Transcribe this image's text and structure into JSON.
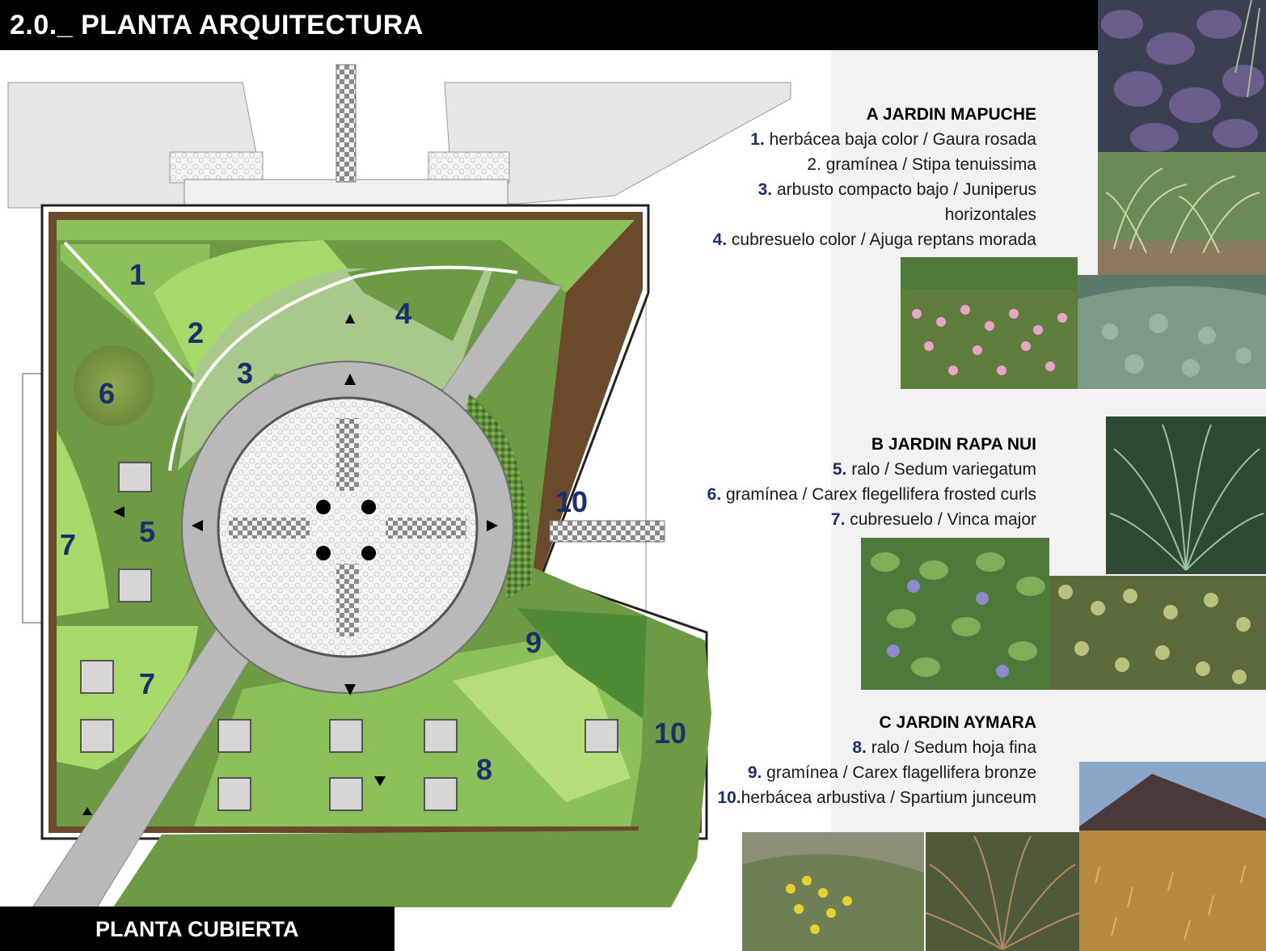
{
  "title": "2.0._ PLANTA ARQUITECTURA",
  "footer": "PLANTA CUBIERTA",
  "plan_labels": [
    "1",
    "2",
    "3",
    "4",
    "5",
    "6",
    "7",
    "7",
    "8",
    "9",
    "10",
    "10"
  ],
  "colors": {
    "navy": "#1b2f6b",
    "lawn_dark": "#6f9a45",
    "lawn_mid": "#8cc05a",
    "lawn_light": "#a6d86a",
    "path": "#b9b9b9",
    "paving": "#efefef"
  },
  "gardens": [
    {
      "heading": "A  JARDIN MAPUCHE",
      "items": [
        {
          "num": "1.",
          "text": " herbácea baja color / Gaura rosada"
        },
        {
          "num": "",
          "text": "2. gramínea / Stipa tenuissima"
        },
        {
          "num": "3.",
          "text": " arbusto compacto bajo / Juniperus"
        },
        {
          "num": "",
          "text": "horizontales"
        },
        {
          "num": "4.",
          "text": " cubresuelo color / Ajuga reptans morada"
        }
      ]
    },
    {
      "heading": "B JARDIN RAPA NUI",
      "items": [
        {
          "num": "5.",
          "text": " ralo / Sedum variegatum"
        },
        {
          "num": "6.",
          "text": " gramínea / Carex flegellifera frosted curls"
        },
        {
          "num": "7.",
          "text": " cubresuelo / Vinca major"
        }
      ]
    },
    {
      "heading": "C JARDIN AYMARA",
      "items": [
        {
          "num": "8.",
          "text": " ralo / Sedum hoja fina"
        },
        {
          "num": "9.",
          "text": " gramínea / Carex flagellifera bronze"
        },
        {
          "num": "10.",
          "text": "herbácea arbustiva / Spartium junceum"
        }
      ]
    }
  ]
}
